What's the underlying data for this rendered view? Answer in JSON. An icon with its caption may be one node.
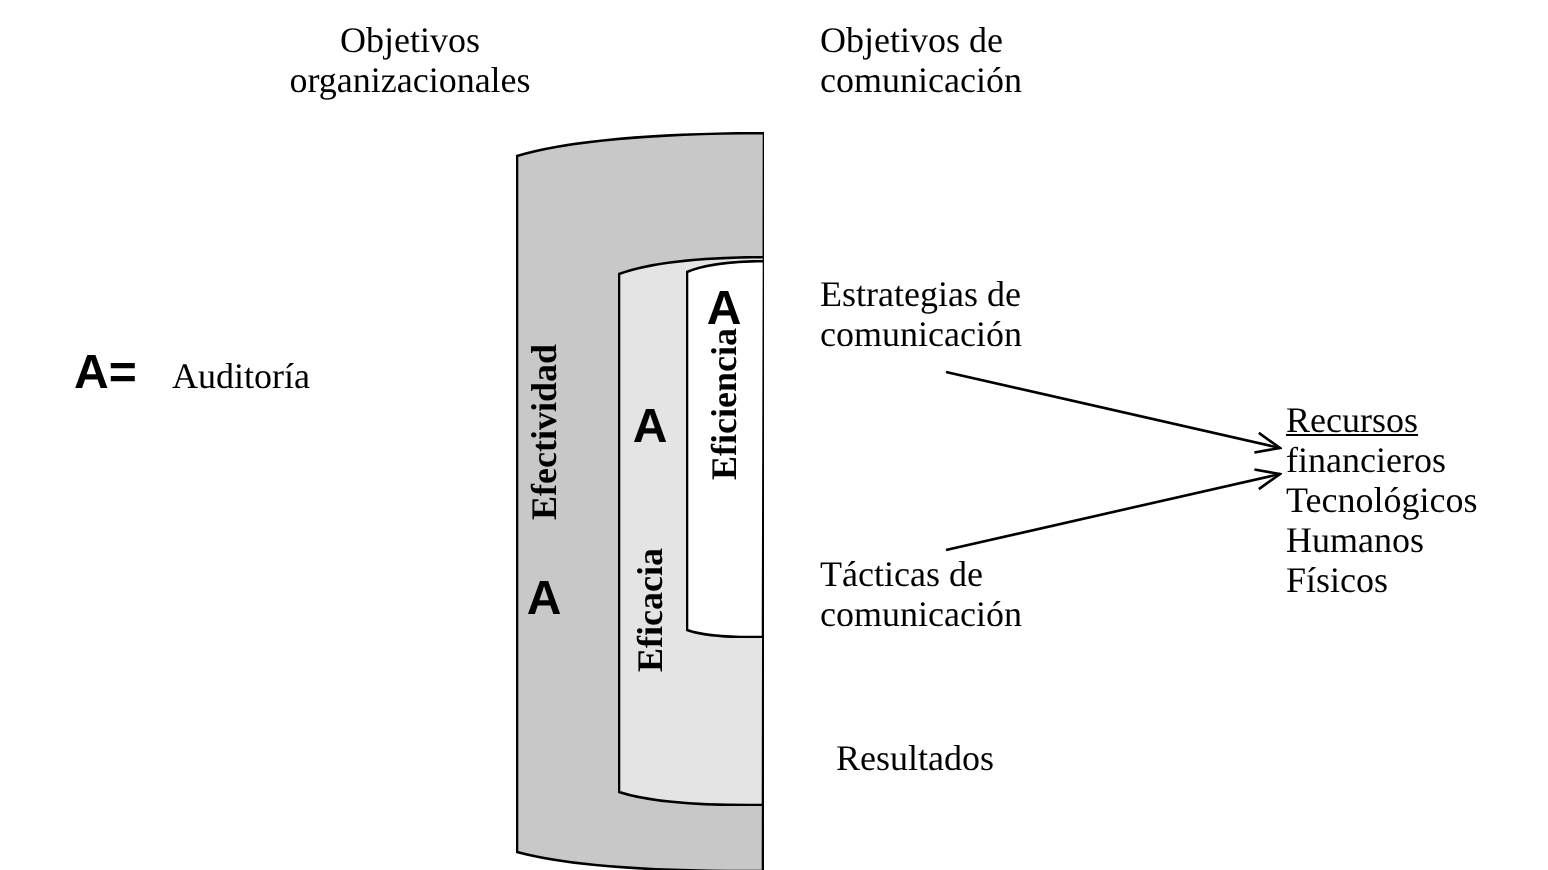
{
  "diagram": {
    "nodes": [
      {
        "text": [
          "Efectividad",
          "A"
        ]
      },
      {
        "text": [
          "Eficacia",
          "A"
        ],
        "in": 0
      },
      {
        "text": [
          "Eficiencia",
          "A"
        ],
        "in": 1
      },
      {
        "text": [
          "Estrategias de comunicación"
        ]
      },
      {
        "text": [
          "Tácticas de comunicación"
        ]
      },
      {
        "text": [
          "Recursos",
          "financieros",
          "Tecnológicos",
          "Humanos",
          "Físicos"
        ]
      }
    ],
    "edges": [
      {
        "from": 3,
        "to": 5,
        "arrow": "to"
      },
      {
        "from": 4,
        "to": 5,
        "arrow": "to"
      }
    ],
    "labels": [
      "Objetivos organizacionales",
      "Objetivos de comunicación",
      "A=",
      "Auditoría",
      "Resultados"
    ]
  }
}
